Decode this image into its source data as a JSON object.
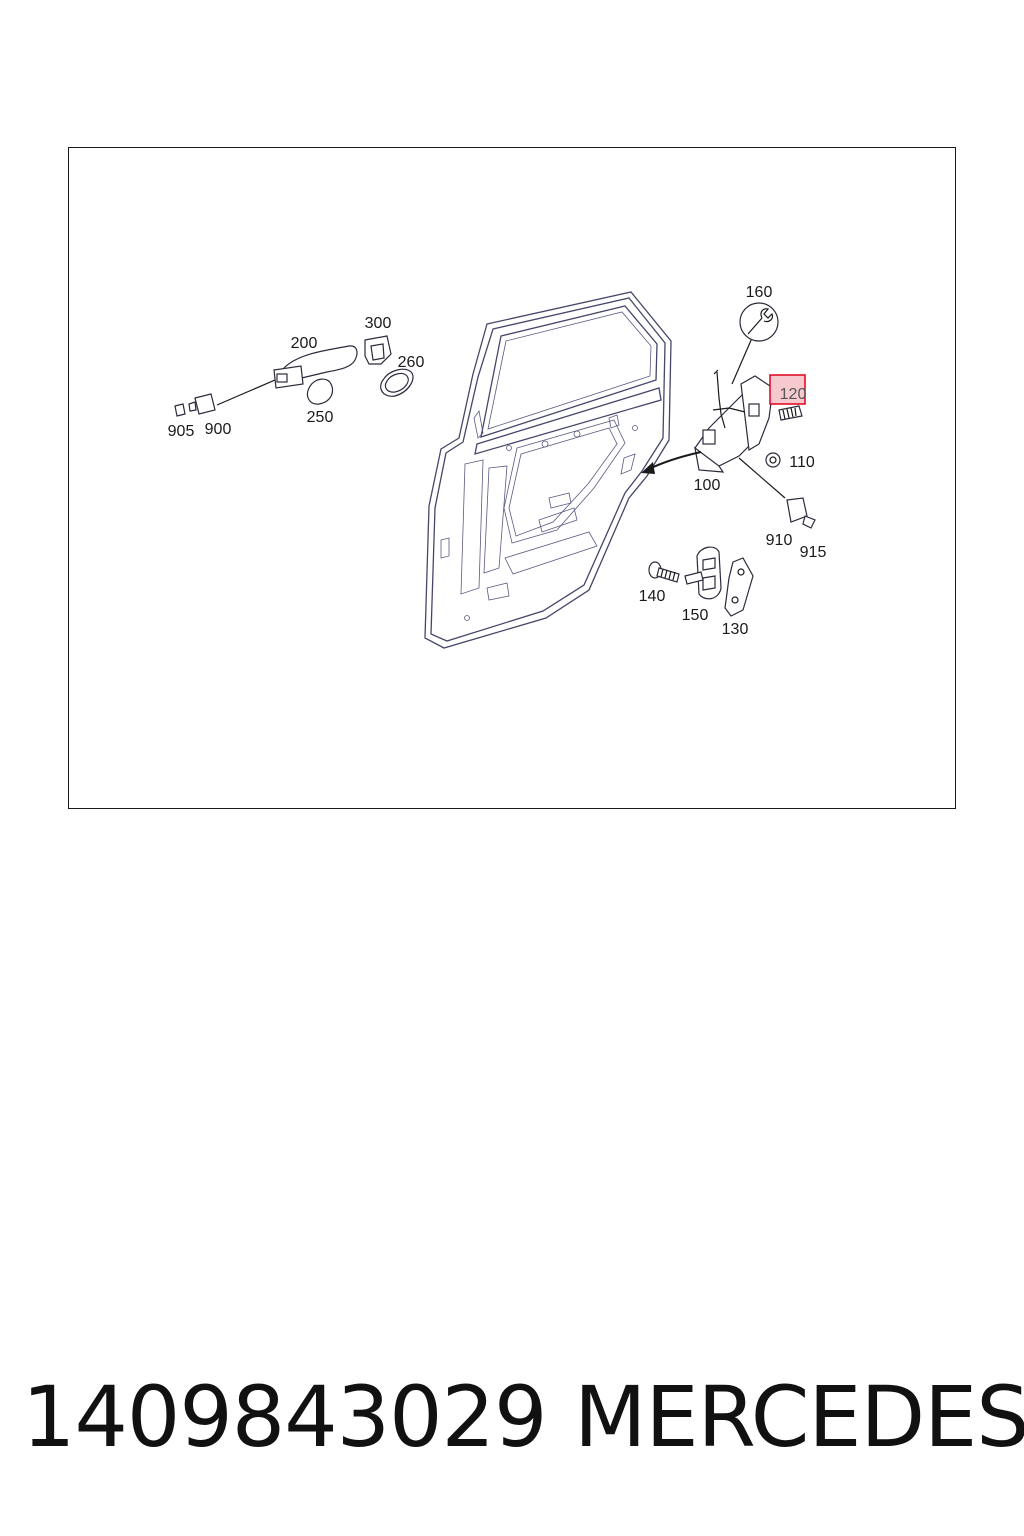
{
  "diagram": {
    "labels": {
      "p100": "100",
      "p110": "110",
      "p120": "120",
      "p130": "130",
      "p140": "140",
      "p150": "150",
      "p160": "160",
      "p200": "200",
      "p250": "250",
      "p260": "260",
      "p300": "300",
      "p900": "900",
      "p905": "905",
      "p910": "910",
      "p915": "915"
    },
    "highlight_color": "#e0001b",
    "highlight_fill": "#f6c9cf"
  },
  "caption": {
    "part_number": "1409843029",
    "brand": "MERCEDES"
  }
}
